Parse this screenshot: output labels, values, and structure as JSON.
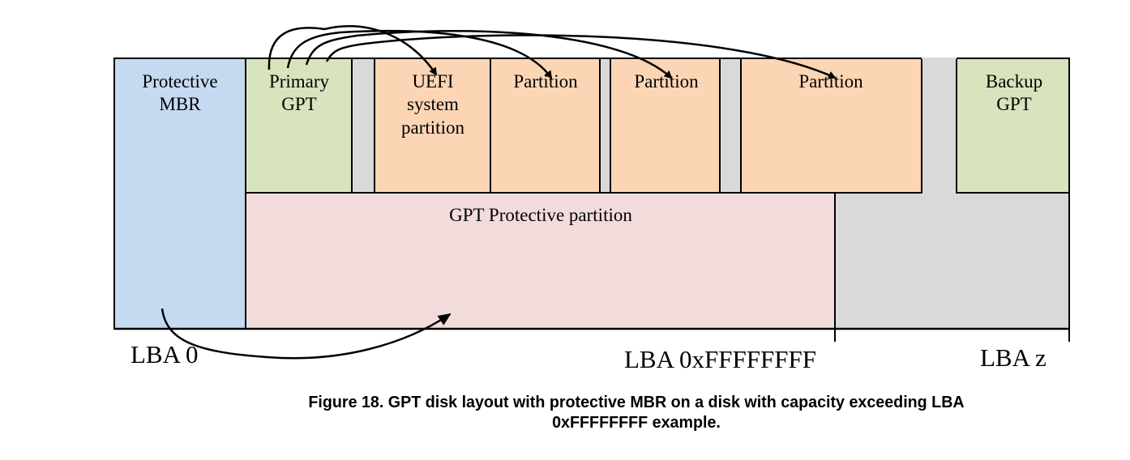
{
  "figure": {
    "caption_line1": "Figure 18. GPT disk layout with protective MBR on a disk with capacity exceeding LBA",
    "caption_line2": "0xFFFFFFFF example."
  },
  "colors": {
    "mbr": "#c5d9f1",
    "gpt": "#d7e4bd",
    "partition": "#fcd5b5",
    "protective": "#f2dcdb",
    "free_space": "#d9d9d9",
    "outline": "#000000"
  },
  "blocks": {
    "protective_mbr": {
      "line1": "Protective",
      "line2": "MBR"
    },
    "primary_gpt": {
      "line1": "Primary",
      "line2": "GPT"
    },
    "uefi_partition": {
      "line1": "UEFI",
      "line2": "system",
      "line3": "partition"
    },
    "partition_1": {
      "line1": "Partition"
    },
    "partition_2": {
      "line1": "Partition"
    },
    "partition_3": {
      "line1": "Partition"
    },
    "backup_gpt": {
      "line1": "Backup",
      "line2": "GPT"
    },
    "gpt_protective_partition": {
      "line1": "GPT Protective partition"
    }
  },
  "lba_markers": {
    "start": "LBA 0",
    "boundary": "LBA 0xFFFFFFFF",
    "end": "LBA z"
  },
  "arrows": [
    {
      "from": "primary_gpt",
      "to": "uefi_partition"
    },
    {
      "from": "primary_gpt",
      "to": "partition_1"
    },
    {
      "from": "primary_gpt",
      "to": "partition_2"
    },
    {
      "from": "primary_gpt",
      "to": "partition_3"
    },
    {
      "from": "protective_mbr",
      "to": "gpt_protective_partition"
    }
  ]
}
